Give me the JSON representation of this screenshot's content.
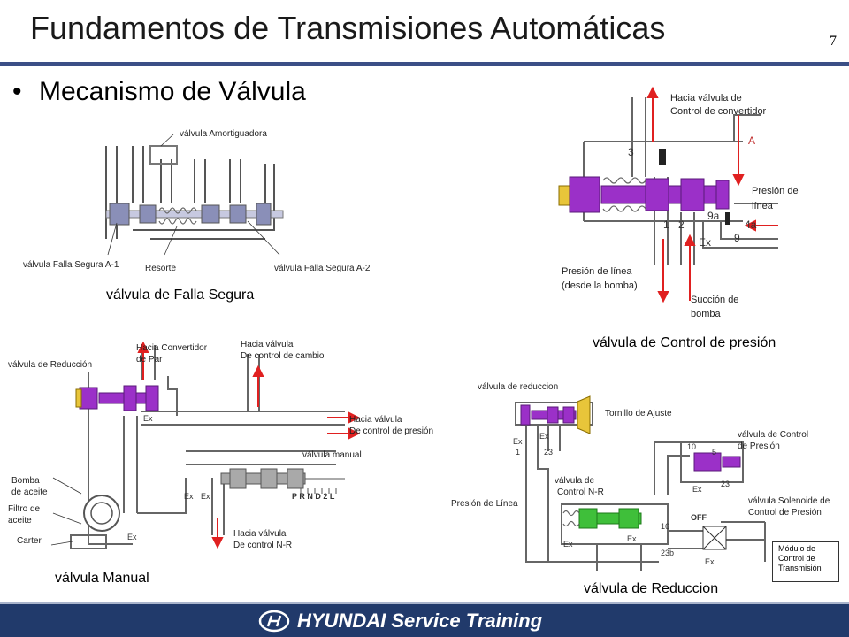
{
  "header": {
    "title": "Fundamentos de Transmisiones Automáticas",
    "page_number": "7"
  },
  "bullet": {
    "symbol": "•",
    "text": "Mecanismo de Válvula"
  },
  "failsafe": {
    "caption": "válvula de Falla Segura",
    "labels": {
      "damper": "válvula Amortiguadora",
      "fs_a1": "válvula Falla Segura A-1",
      "spring": "Resorte",
      "fs_a2": "válvula Falla Segura A-2"
    }
  },
  "pressure_control": {
    "caption": "válvula de Control de presión",
    "labels": {
      "to_converter_1": "Hacia válvula de",
      "to_converter_2": "Control de convertidor",
      "line_pressure_1": "Presión de",
      "line_pressure_2": "línea",
      "pump_line_1": "Presión de línea",
      "pump_line_2": "(desde la bomba)",
      "suction_1": "Succión de",
      "suction_2": "bomba"
    },
    "port_marks": [
      "3",
      "A",
      "9a",
      "1",
      "2",
      "Ex",
      "9",
      "4a"
    ]
  },
  "manual_valve": {
    "caption": "válvula Manual",
    "labels": {
      "reduction": "válvula de Reducción",
      "to_converter_1": "Hacia Convertidor",
      "to_converter_2": "de Par",
      "to_shift_1": "Hacia válvula",
      "to_shift_2": "De control de cambio",
      "to_pressure_1": "Hacia válvula",
      "to_pressure_2": "De control de presión",
      "manual": "válvula manual",
      "pump_1": "Bomba",
      "pump_2": "de aceite",
      "filter_1": "Filtro de",
      "filter_2": "aceite",
      "carter": "Carter",
      "to_nr_1": "Hacia válvula",
      "to_nr_2": "De control N-R"
    },
    "port_marks": [
      "Ex",
      "Ex",
      "Ex",
      "Ex"
    ],
    "range_marks": "P R N D 2 L"
  },
  "reduction_valve": {
    "caption": "válvula de Reduccion",
    "labels": {
      "reduction": "válvula de reduccion",
      "adjust_screw": "Tornillo de Ajuste",
      "pc_valve_1": "válvula de Control",
      "pc_valve_2": "de Presión",
      "nr_1": "válvula de",
      "nr_2": "Control N-R",
      "line_pressure": "Presión de Línea",
      "solenoid_1": "válvula Solenoide de",
      "solenoid_2": "Control de Presión",
      "off": "OFF"
    },
    "port_marks": [
      "Ex",
      "1",
      "Ex",
      "23",
      "10",
      "5",
      "Ex",
      "23",
      "Ex",
      "Ex",
      "16",
      "23b",
      "Ex"
    ],
    "module_box": [
      "Módulo de",
      "Control de",
      "Transmisión"
    ]
  },
  "footer": {
    "brand": "HYUNDAI Service Training"
  },
  "colors": {
    "title_rule": "#3b4f86",
    "footer": "#213a6b",
    "spool_purple": "#9b30c8",
    "spool_gray": "#8a8fb8",
    "spool_green": "#3fbf3a",
    "arrow_red": "#e02020",
    "plug_yellow": "#e8c53a"
  }
}
